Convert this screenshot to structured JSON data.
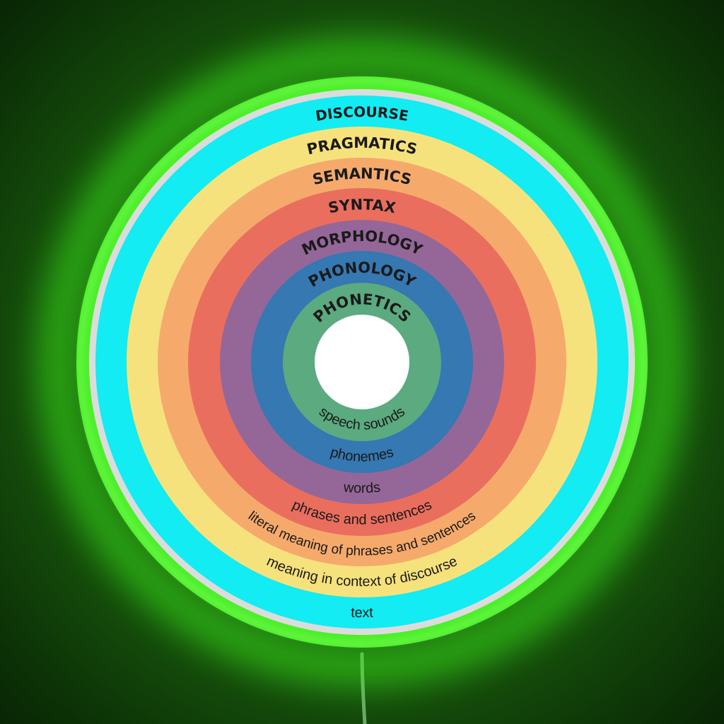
{
  "diagram": {
    "colors": {
      "glow": "#3dff1a",
      "neon_ring": "#4cf02a",
      "neon_highlight": "#9cff7a",
      "outer_rim": "#dcdcdc",
      "center": "#ffffff",
      "cable": "#6aa86a"
    },
    "layers": [
      {
        "title": "DISCOURSE",
        "subtitle": "text",
        "color": "#12ecf2"
      },
      {
        "title": "PRAGMATICS",
        "subtitle": "meaning in context of discourse",
        "color": "#f6e27c"
      },
      {
        "title": "SEMANTICS",
        "subtitle": "literal meaning of phrases and sentences",
        "color": "#f5aa6c"
      },
      {
        "title": "SYNTAX",
        "subtitle": "phrases and sentences",
        "color": "#ea6e5e"
      },
      {
        "title": "MORPHOLOGY",
        "subtitle": "words",
        "color": "#946798"
      },
      {
        "title": "PHONOLOGY",
        "subtitle": "phonemes",
        "color": "#3578b2"
      },
      {
        "title": "PHONETICS",
        "subtitle": "speech sounds",
        "color": "#5baa80"
      }
    ]
  }
}
